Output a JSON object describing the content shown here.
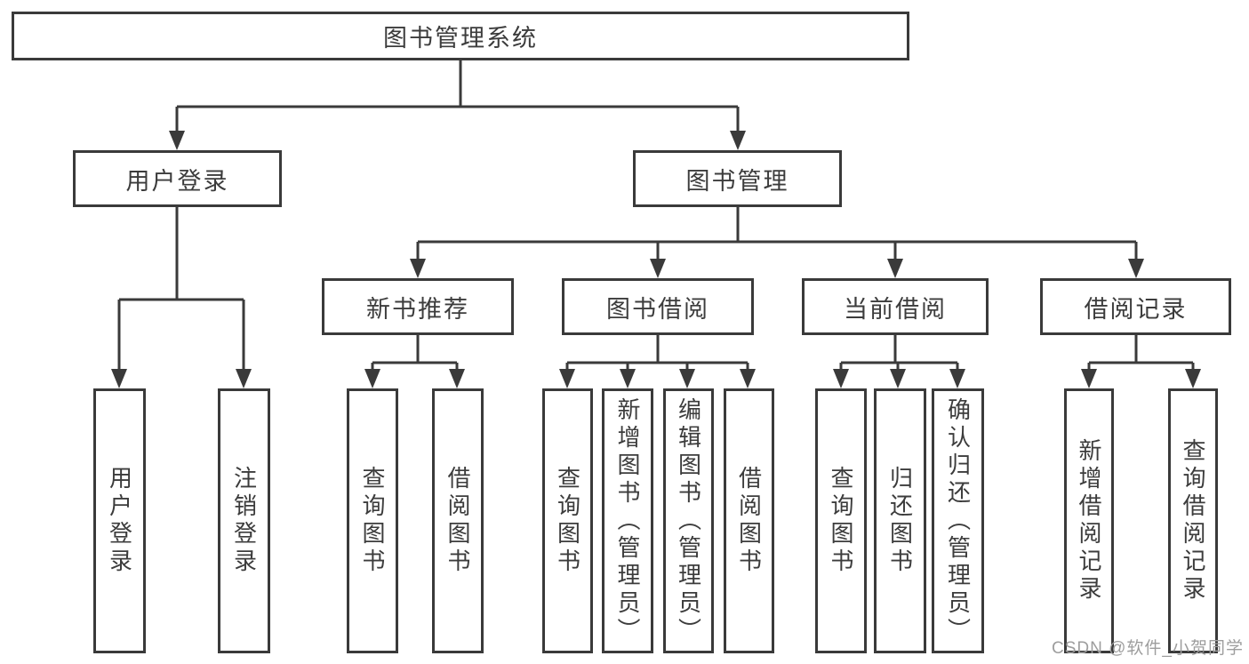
{
  "diagram": {
    "title": "图书管理系统",
    "tree": {
      "root": {
        "label": "图书管理系统"
      },
      "branches": [
        {
          "label": "用户登录",
          "children": [
            {
              "label": "用户登录"
            },
            {
              "label": "注销登录"
            }
          ]
        },
        {
          "label": "图书管理",
          "children": [
            {
              "label": "新书推荐",
              "children": [
                {
                  "label": "查询图书"
                },
                {
                  "label": "借阅图书"
                }
              ]
            },
            {
              "label": "图书借阅",
              "children": [
                {
                  "label": "查询图书"
                },
                {
                  "label": "新增图书（管理员）"
                },
                {
                  "label": "编辑图书（管理员）"
                },
                {
                  "label": "借阅图书"
                }
              ]
            },
            {
              "label": "当前借阅",
              "children": [
                {
                  "label": "查询图书"
                },
                {
                  "label": "归还图书"
                },
                {
                  "label": "确认归还（管理员）"
                }
              ]
            },
            {
              "label": "借阅记录",
              "children": [
                {
                  "label": "新增借阅记录"
                },
                {
                  "label": "查询借阅记录"
                }
              ]
            }
          ]
        }
      ]
    },
    "colors": {
      "line": "#3a3a3a",
      "box_border": "#3a3a3a",
      "text": "#3c3c3c",
      "background": "#ffffff",
      "watermark": "#9d9d9d"
    }
  },
  "watermark": {
    "text": "CSDN @软件_小贺同学"
  }
}
